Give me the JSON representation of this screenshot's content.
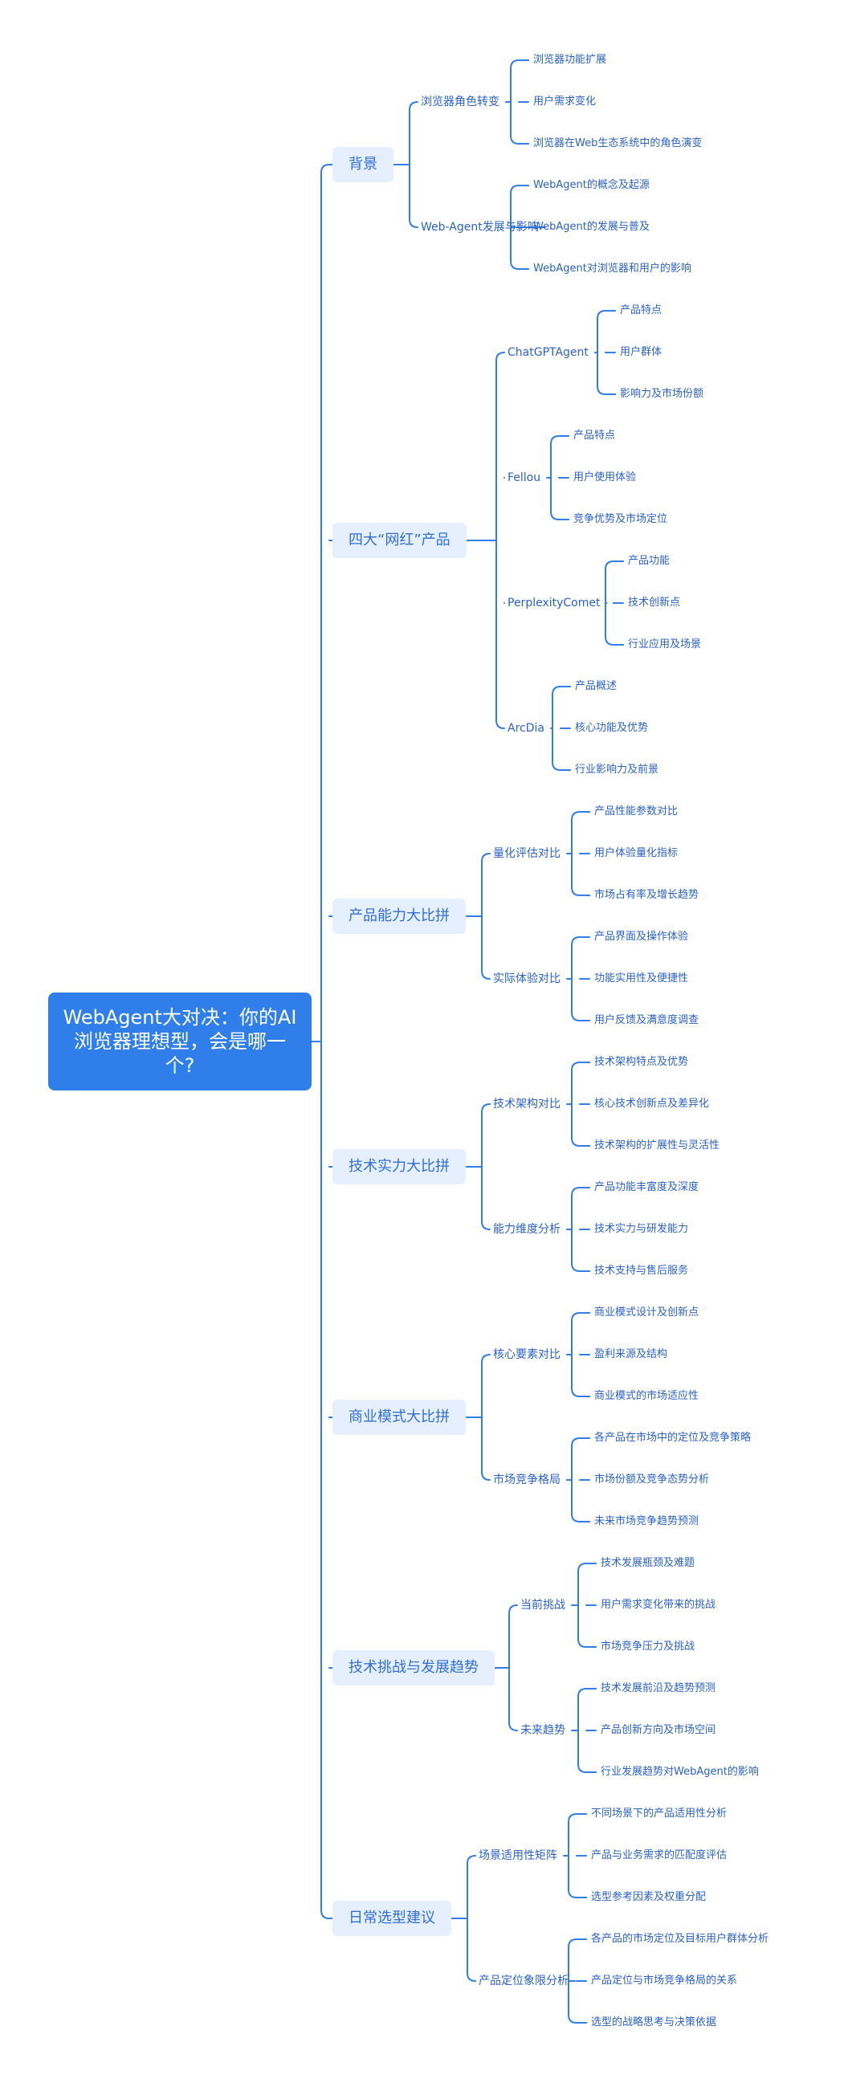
{
  "colors": {
    "line": "#2f7eea",
    "root_bg": "#2f7eea",
    "branch_bg": "#e6effd",
    "text": "#2f6fd6"
  },
  "root": {
    "title": "WebAgent大对决：你的AI浏览器理想型，会是哪一个?"
  },
  "branches": [
    {
      "label": "背景",
      "children": [
        {
          "label": "浏览器角色转变",
          "children": [
            "浏览器功能扩展",
            "用户需求变化",
            "浏览器在Web生态系统中的角色演变"
          ]
        },
        {
          "label": "Web-Agent发展与影响",
          "children": [
            "WebAgent的概念及起源",
            "WebAgent的发展与普及",
            "WebAgent对浏览器和用户的影响"
          ]
        }
      ]
    },
    {
      "label": "四大“网红”产品",
      "children": [
        {
          "label": "ChatGPTAgent",
          "children": [
            "产品特点",
            "用户群体",
            "影响力及市场份额"
          ]
        },
        {
          "label": "Fellou",
          "children": [
            "产品特点",
            "用户使用体验",
            "竞争优势及市场定位"
          ]
        },
        {
          "label": "PerplexityComet",
          "children": [
            "产品功能",
            "技术创新点",
            "行业应用及场景"
          ]
        },
        {
          "label": "ArcDia",
          "children": [
            "产品概述",
            "核心功能及优势",
            "行业影响力及前景"
          ]
        }
      ]
    },
    {
      "label": "产品能力大比拼",
      "children": [
        {
          "label": "量化评估对比",
          "children": [
            "产品性能参数对比",
            "用户体验量化指标",
            "市场占有率及增长趋势"
          ]
        },
        {
          "label": "实际体验对比",
          "children": [
            "产品界面及操作体验",
            "功能实用性及便捷性",
            "用户反馈及满意度调查"
          ]
        }
      ]
    },
    {
      "label": "技术实力大比拼",
      "children": [
        {
          "label": "技术架构对比",
          "children": [
            "技术架构特点及优势",
            "核心技术创新点及差异化",
            "技术架构的扩展性与灵活性"
          ]
        },
        {
          "label": "能力维度分析",
          "children": [
            "产品功能丰富度及深度",
            "技术实力与研发能力",
            "技术支持与售后服务"
          ]
        }
      ]
    },
    {
      "label": "商业模式大比拼",
      "children": [
        {
          "label": "核心要素对比",
          "children": [
            "商业模式设计及创新点",
            "盈利来源及结构",
            "商业模式的市场适应性"
          ]
        },
        {
          "label": "市场竞争格局",
          "children": [
            "各产品在市场中的定位及竞争策略",
            "市场份额及竞争态势分析",
            "未来市场竞争趋势预测"
          ]
        }
      ]
    },
    {
      "label": "技术挑战与发展趋势",
      "children": [
        {
          "label": "当前挑战",
          "children": [
            "技术发展瓶颈及难题",
            "用户需求变化带来的挑战",
            "市场竞争压力及挑战"
          ]
        },
        {
          "label": "未来趋势",
          "children": [
            "技术发展前沿及趋势预测",
            "产品创新方向及市场空间",
            "行业发展趋势对WebAgent的影响"
          ]
        }
      ]
    },
    {
      "label": "日常选型建议",
      "children": [
        {
          "label": "场景适用性矩阵",
          "children": [
            "不同场景下的产品适用性分析",
            "产品与业务需求的匹配度评估",
            "选型参考因素及权重分配"
          ]
        },
        {
          "label": "产品定位象限分析",
          "children": [
            "各产品的市场定位及目标用户群体分析",
            "产品定位与市场竞争格局的关系",
            "选型的战略思考与决策依据"
          ]
        }
      ]
    }
  ]
}
